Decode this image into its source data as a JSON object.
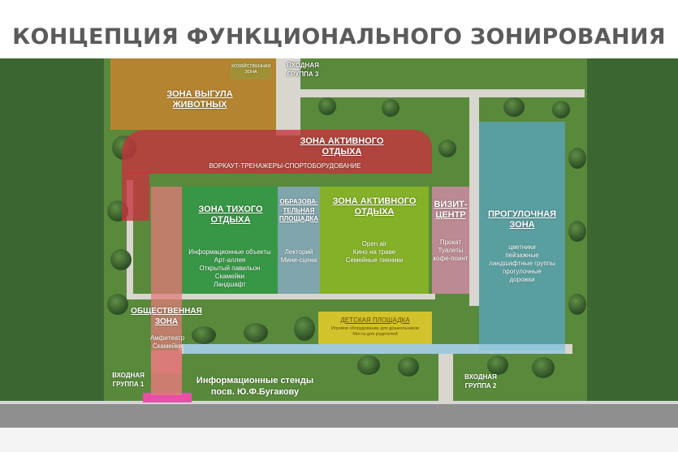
{
  "title": "КОНЦЕПЦИЯ ФУНКЦИОНАЛЬНОГО ЗОНИРОВАНИЯ",
  "colors": {
    "animals": "#c9822f",
    "active_top": "#c8323c",
    "quiet": "#2f9a4a",
    "education": "#8fb0d8",
    "active_mid": "#8ab624",
    "visit": "#d28aa6",
    "walk": "#5aa7c8",
    "public": "#e07a7a",
    "kids": "#e8cc2a",
    "entrance": "#e84fa8"
  },
  "zones": {
    "household": {
      "title": "ХОЗЯЙСТВЕННАЯ ЗОНА"
    },
    "entrance3": {
      "title": "ВХОДНАЯ ГРУППА 3"
    },
    "animals": {
      "title": "ЗОНА ВЫГУЛА ЖИВОТНЫХ"
    },
    "active_top": {
      "title": "ЗОНА АКТИВНОГО ОТДЫХА",
      "items": "ВОРКАУТ-ТРЕНАЖЕРЫ-СПОРТОБОРУДОВАНИЕ"
    },
    "quiet": {
      "title": "ЗОНА ТИХОГО ОТДЫХА",
      "items": [
        "Информационные объекты",
        "Арт-аллея",
        "Открытый павильон",
        "Скамейки",
        "Ландшафт"
      ]
    },
    "education": {
      "title": "ОБРАЗОВА-ТЕЛЬНАЯ ПЛОЩАДКА",
      "items": [
        "Лекторий",
        "Мини-сцена"
      ]
    },
    "active_mid": {
      "title": "ЗОНА АКТИВНОГО ОТДЫХА",
      "items": [
        "Open air",
        "Кино на траве",
        "Семейные пикники"
      ]
    },
    "visit": {
      "title": "ВИЗИТ-ЦЕНТР",
      "items": [
        "Прокат",
        "Туалеты",
        "кофе-поинт"
      ]
    },
    "walk": {
      "title": "ПРОГУЛОЧНАЯ ЗОНА",
      "items": [
        "цветники",
        "пейзажные",
        "ландшафтные группы",
        "прогулочные",
        "дорожки"
      ]
    },
    "public": {
      "title": "ОБЩЕСТВЕННАЯ ЗОНА",
      "items": [
        "Амфитеатр",
        "Скамейки"
      ]
    },
    "kids": {
      "title": "ДЕТСКАЯ ПЛОЩАДКА",
      "items": [
        "Игровое оборудование для дошкольников",
        "Места для родителей"
      ]
    },
    "entrance1": {
      "title": "ВХОДНАЯ ГРУППА 1"
    },
    "entrance2": {
      "title": "ВХОДНАЯ ГРУППА 2"
    },
    "info": {
      "title": "Информационные стенды посв. Ю.Ф.Бугакову"
    }
  }
}
